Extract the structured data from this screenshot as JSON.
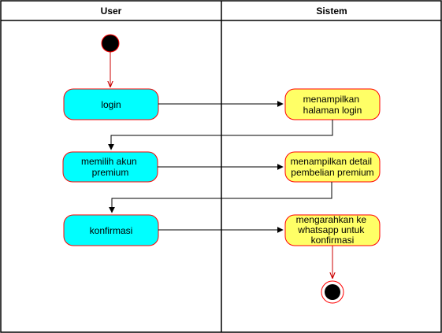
{
  "lanes": {
    "user": {
      "title": "User"
    },
    "system": {
      "title": "Sistem"
    }
  },
  "activities": {
    "login": {
      "lines": [
        "login"
      ],
      "fill": "#00ffff"
    },
    "show_login": {
      "lines": [
        "menampilkan",
        "halaman login"
      ],
      "fill": "#ffff66"
    },
    "choose_premium": {
      "lines": [
        "memilih akun",
        "premium"
      ],
      "fill": "#00ffff"
    },
    "show_detail": {
      "lines": [
        "menampilkan detail",
        "pembelian premium"
      ],
      "fill": "#ffff66"
    },
    "confirm": {
      "lines": [
        "konfirmasi"
      ],
      "fill": "#00ffff"
    },
    "redirect": {
      "lines": [
        "mengarahkan ke",
        "whatsapp untuk",
        "konfirmasi"
      ],
      "fill": "#ffff66"
    }
  },
  "colors": {
    "node_stroke": "#ff0000",
    "start_fill": "#000000",
    "end_fill": "#000000",
    "red_arrow": "#cc0000",
    "black_arrow": "#000000"
  }
}
